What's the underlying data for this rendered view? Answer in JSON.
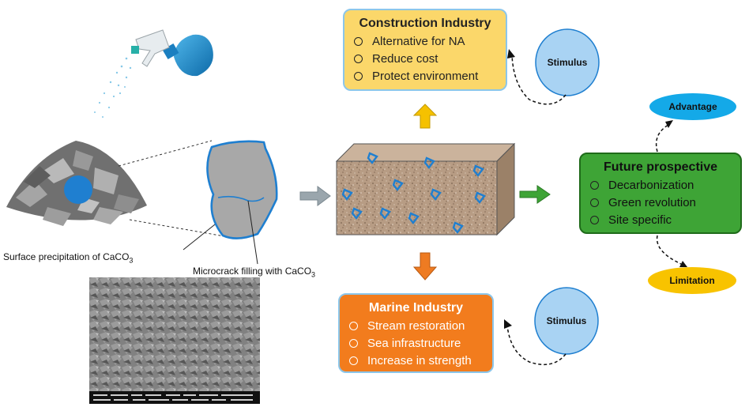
{
  "construction": {
    "title": "Construction Industry",
    "items": [
      "Alternative for NA",
      "Reduce cost",
      "Protect environment"
    ]
  },
  "marine": {
    "title": "Marine Industry",
    "items": [
      "Stream restoration",
      "Sea infrastructure",
      "Increase in strength"
    ]
  },
  "future": {
    "title": "Future prospective",
    "items": [
      "Decarbonization",
      "Green revolution",
      "Site specific"
    ]
  },
  "stimulus_top": "Stimulus",
  "stimulus_bottom": "Stimulus",
  "advantage": "Advantage",
  "limitation": "Limitation",
  "captions": {
    "surface_prefix": "Surface precipitation of CaCO",
    "surface_sub": "3",
    "crack_prefix": "Microcrack filling with CaCO",
    "crack_sub": "3"
  },
  "colors": {
    "construction_fill": "#fbd76a",
    "marine_fill": "#f27c1d",
    "future_fill": "#3ea436",
    "stimulus_fill": "#a9d3f3",
    "advantage_fill": "#14a9e8",
    "limitation_fill": "#f8c300",
    "bacteria_blue": "#1f7fd0"
  }
}
